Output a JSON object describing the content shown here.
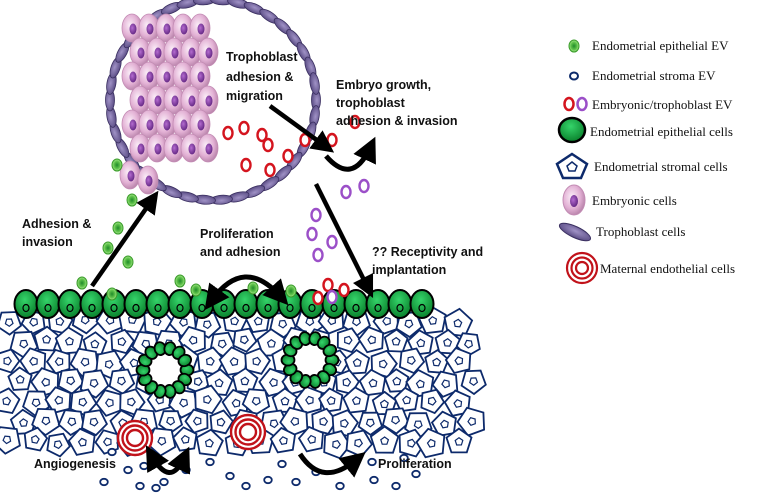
{
  "labels": {
    "adhesion_migration_1": "Trophoblast",
    "adhesion_migration_2": "adhesion &",
    "adhesion_migration_3": "migration",
    "embryo_growth_1": "Embryo growth,",
    "embryo_growth_2": "trophoblast",
    "embryo_growth_3": "adhesion & invasion",
    "adhesion_invasion_1": "Adhesion &",
    "adhesion_invasion_2": "invasion",
    "proliferation_adhesion_1": "Proliferation",
    "proliferation_adhesion_2": "and adhesion",
    "receptivity_1": "?? Receptivity and",
    "receptivity_2": "implantation",
    "angiogenesis": "Angiogenesis",
    "proliferation": "Proliferation"
  },
  "legend": [
    {
      "icon": "green-ev-icon",
      "label": "Endometrial epithelial EV"
    },
    {
      "icon": "blue-ev-icon",
      "label": "Endometrial stroma EV"
    },
    {
      "icon": "red-purple-ev-icon",
      "label": "Embryonic/trophoblast EV"
    },
    {
      "icon": "epithelial-cell-icon",
      "label": "Endometrial epithelial cells"
    },
    {
      "icon": "pentagon-cell-icon",
      "label": "Endometrial stromal cells"
    },
    {
      "icon": "embryonic-cell-icon",
      "label": "Embryonic cells"
    },
    {
      "icon": "trophoblast-cell-icon",
      "label": "Trophoblast cells"
    },
    {
      "icon": "endothelial-ring-icon",
      "label": "Maternal endothelial cells"
    }
  ],
  "colors": {
    "epithelial_green": "#0a9a35",
    "ev_green": "#7ed957",
    "stroma_blue": "#0d2a6b",
    "ev_red": "#d4141e",
    "ev_purple": "#9b4fc8",
    "embryo_pink": "#e4b4d6",
    "trophoblast_purple": "#6a5a92"
  }
}
